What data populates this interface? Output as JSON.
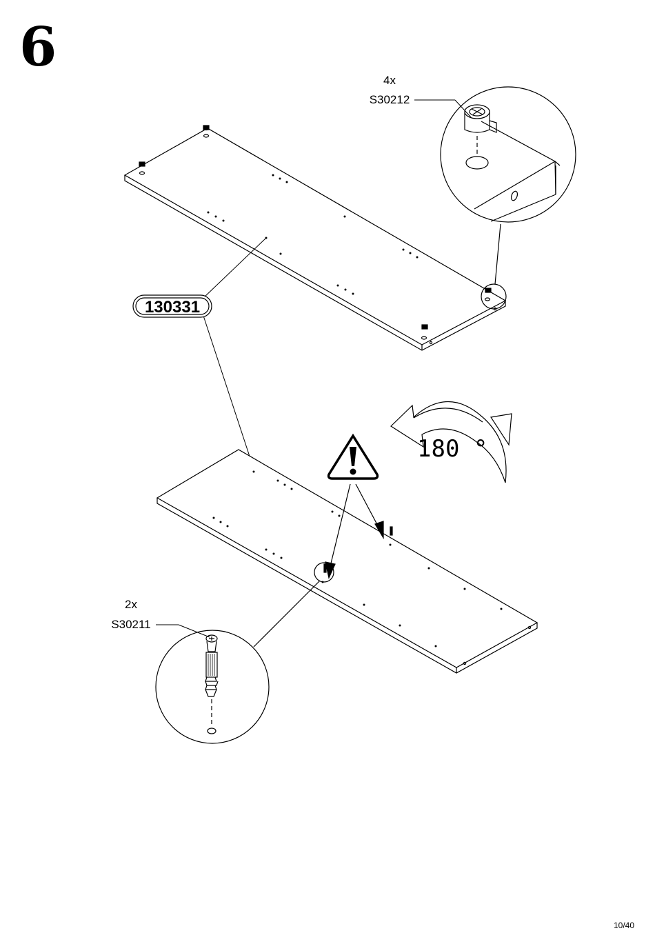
{
  "step": {
    "number": "6"
  },
  "page": {
    "number": "10/40"
  },
  "part": {
    "id": "130331"
  },
  "top_hardware": {
    "quantity": "4x",
    "code": "S30212",
    "icon": "cam-lock-icon"
  },
  "bottom_hardware": {
    "quantity": "2x",
    "code": "S30211",
    "icon": "cam-bolt-icon"
  },
  "rotation": {
    "label": "180 °",
    "icon": "rotate-arrow-icon"
  },
  "warning": {
    "icon": "warning-triangle-icon"
  }
}
